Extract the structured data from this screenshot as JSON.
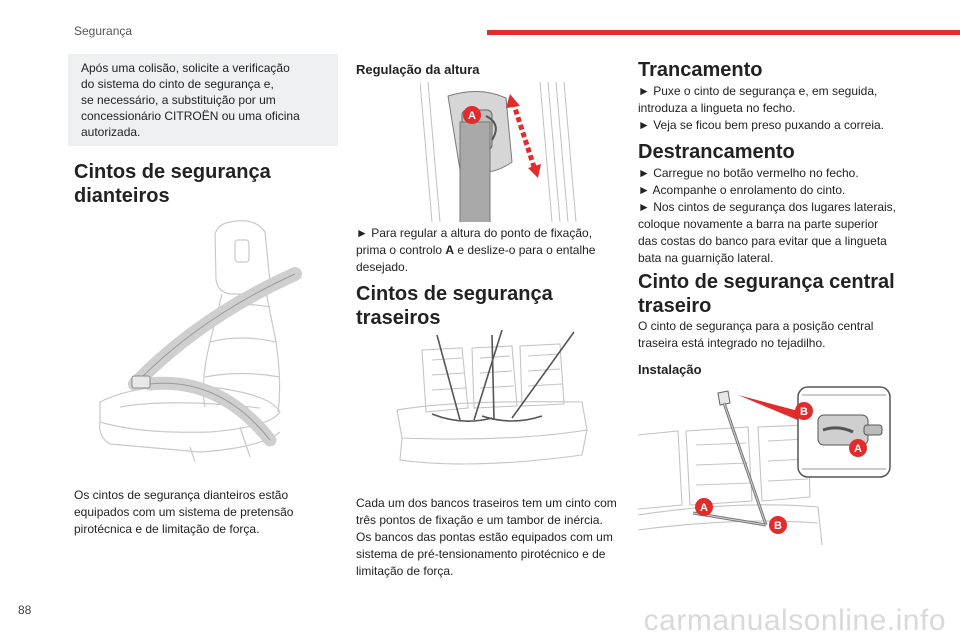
{
  "header": {
    "section": "Segurança"
  },
  "page_number": "88",
  "watermark": "carmanualsonline.info",
  "left": {
    "note_lines": [
      "Após uma colisão, solicite a verificação",
      "do sistema do cinto de segurança e,",
      "se necessário, a substituição por um",
      "concessionário CITROËN ou uma oficina",
      "autorizada."
    ],
    "front_title": [
      "Cintos de segurança",
      "dianteiros"
    ],
    "front_text": [
      "Os cintos de segurança dianteiros estão",
      "equipados com um sistema de pretensão",
      "pirotécnica e de limitação de força."
    ]
  },
  "middle": {
    "height_title": "Regulação da altura",
    "height_text_lines": [
      "► Para regular a altura do ponto de fixação,",
      "prima o controlo ",
      " e deslize-o para o entalhe",
      "desejado."
    ],
    "control_letter": "A",
    "rear_title": [
      "Cintos de segurança",
      "traseiros"
    ],
    "rear_text": [
      "Cada um dos bancos traseiros tem um cinto com",
      "três pontos de fixação e um tambor de inércia.",
      "Os bancos das pontas estão equipados com um",
      "sistema de pré-tensionamento pirotécnico e de",
      "limitação de força."
    ]
  },
  "right": {
    "lock_title": "Trancamento",
    "lock_steps": [
      "► Puxe o cinto de segurança e, em seguida,",
      "introduza a lingueta no fecho.",
      "► Veja se ficou bem preso puxando a correia."
    ],
    "unlock_title": "Destrancamento",
    "unlock_steps": [
      "► Carregue no botão vermelho no fecho.",
      "► Acompanhe o enrolamento do cinto.",
      "► Nos cintos de segurança dos lugares laterais,",
      "coloque novamente a barra na parte superior",
      "das costas do banco para evitar que a lingueta",
      "bata na guarnição lateral."
    ],
    "central_title": [
      "Cinto de segurança central",
      "traseiro"
    ],
    "central_text": [
      "O cinto de segurança para a posição central",
      "traseira está integrado no tejadilho."
    ],
    "install_title": "Instalação",
    "labels": {
      "a": "A",
      "b": "B"
    }
  },
  "colors": {
    "accent_red": "#e32b2b",
    "note_bg": "#eef0f2"
  }
}
